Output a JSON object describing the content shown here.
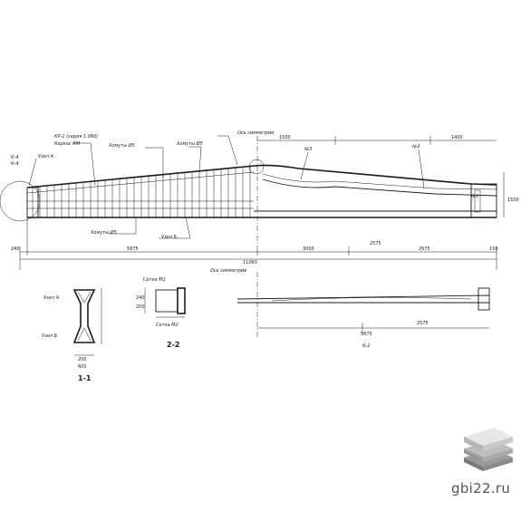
{
  "drawing": {
    "main_view": {
      "dimensions": [
        "5875",
        "11060",
        "3000",
        "2575",
        "2675",
        "240",
        "1500",
        "1400",
        "1500",
        "150"
      ],
      "labels": {
        "axis_support": "Ось симметрии",
        "node_a": "Узел А",
        "node_b": "Узел Б",
        "k4": "К-4",
        "k4_sub": "К-4",
        "kp_ref": "КР-1 (серия 1.080)",
        "km": "Каркас КМ",
        "clamps_top": "Хомуты Ø5",
        "clamps_bottom": "Хомуты Ø5",
        "clamps_mid": "Хомуты Ø5",
        "n3": "№3",
        "n2": "№2",
        "n1": "№1"
      }
    },
    "section_1_1": {
      "title": "1-1",
      "node_a": "Узел А",
      "node_b": "Узел Б",
      "dims": [
        "200",
        "600"
      ]
    },
    "section_2_2": {
      "title": "2-2",
      "labels": [
        "Сетка М1",
        "Сетка М2"
      ],
      "dims": [
        "240",
        "200"
      ]
    },
    "side_view": {
      "axis_label": "Ось симметрии",
      "dims": [
        "5875",
        "2575"
      ],
      "note": "К-2"
    }
  },
  "watermark": "gbi22.ru",
  "colors": {
    "ink": "#1a1a1a",
    "logo_top": "#e6e6e6",
    "logo_side": "#9a9a9a",
    "watermark": "#555555"
  }
}
